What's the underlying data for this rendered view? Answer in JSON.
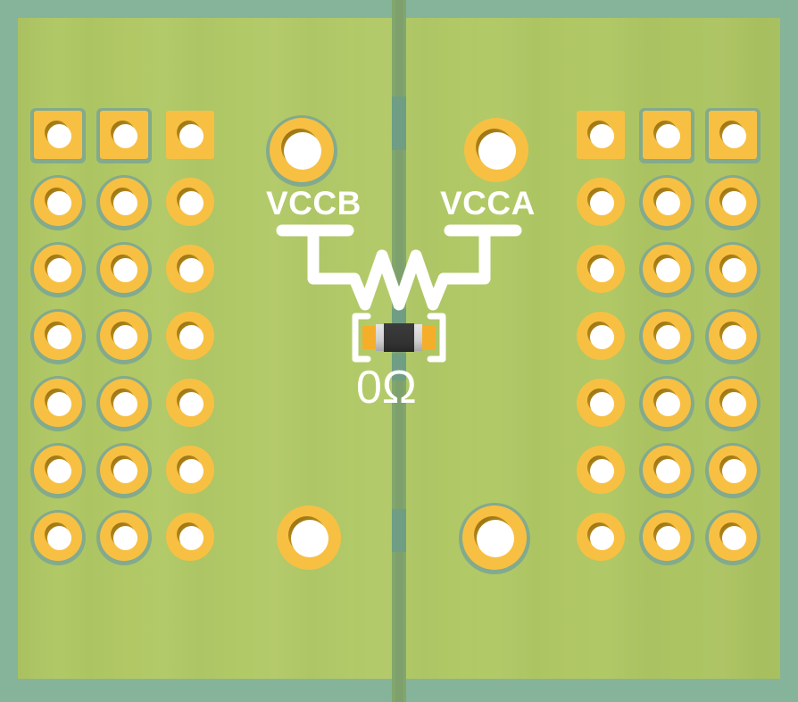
{
  "board": {
    "title": "PCB VCCA / VCCB jumper detail",
    "edge_color": "#86b49a",
    "soldermask_color": "#b0c864",
    "copper_color": "#f7c043",
    "silkscreen_color": "#ffffff",
    "trace_color": "#81a76d",
    "resistor_body_color": "#323232",
    "resistor_pad_color": "#f5ae2a",
    "resistor_terminal_color": "#cfcfcf"
  },
  "silkscreen": {
    "net_label_left": "VCCB",
    "net_label_right": "VCCA",
    "component_value": "0Ω",
    "resistor_symbol": "zigzag-resistor"
  },
  "left_header": {
    "name": "left-pin-header",
    "rows": 7,
    "columns": 3,
    "pin1_row_shape": "square",
    "other_rows_shape": "round"
  },
  "right_header": {
    "name": "right-pin-header",
    "rows": 7,
    "columns": 3,
    "pin1_row_shape": "square",
    "other_rows_shape": "round"
  },
  "mounting_vias": [
    {
      "name": "via-vccb-top",
      "side": "left",
      "position": "top"
    },
    {
      "name": "via-vcca-top",
      "side": "right",
      "position": "top"
    },
    {
      "name": "via-vccb-bottom",
      "side": "left",
      "position": "bottom"
    },
    {
      "name": "via-vcca-bottom",
      "side": "right",
      "position": "bottom"
    }
  ],
  "component": {
    "designator_value": "0Ω",
    "package": "smd-chip-resistor",
    "orientation": "horizontal"
  }
}
